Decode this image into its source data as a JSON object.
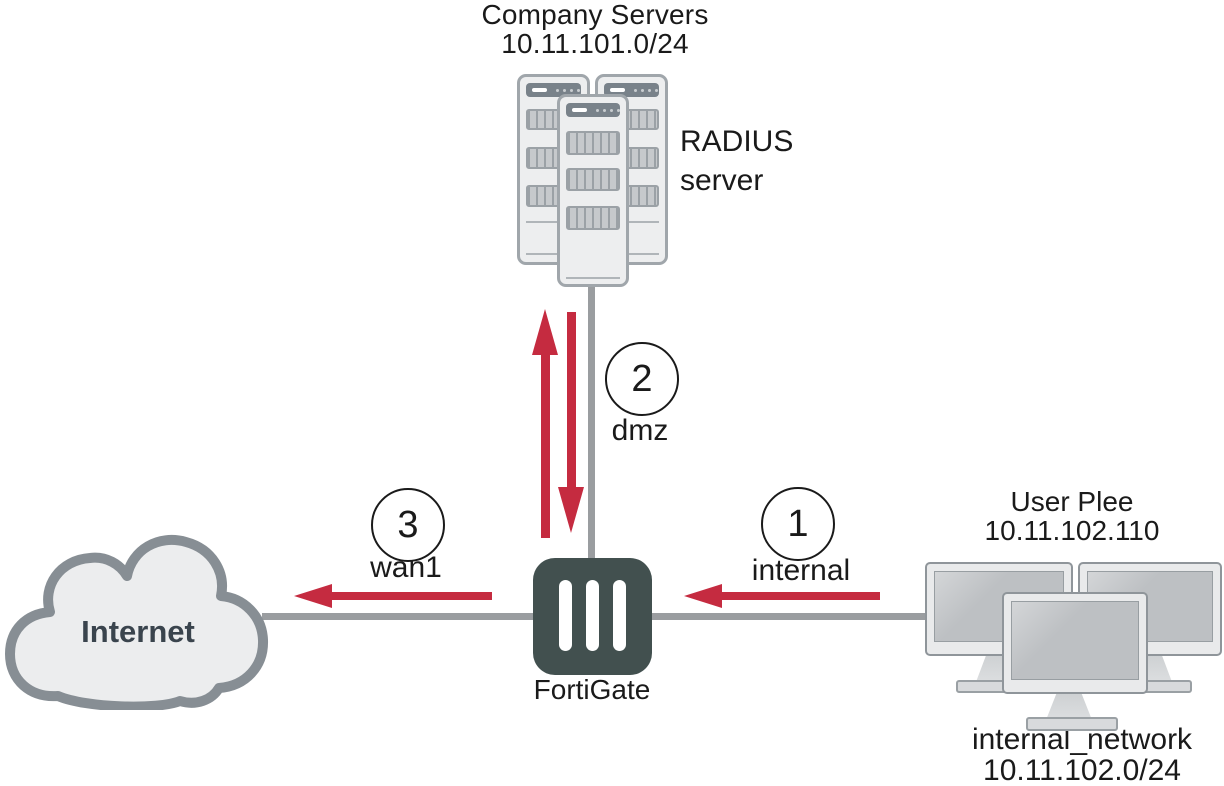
{
  "nodes": {
    "company_servers": {
      "title": "Company Servers",
      "subnet": "10.11.101.0/24"
    },
    "radius_server": {
      "label_line1": "RADIUS",
      "label_line2": "server"
    },
    "internet_cloud": {
      "label": "Internet"
    },
    "fortigate": {
      "label": "FortiGate"
    },
    "user_workstations": {
      "title": "User Plee",
      "ip": "10.11.102.110"
    },
    "internal_network": {
      "title": "internal_network",
      "subnet": "10.11.102.0/24"
    }
  },
  "steps": [
    {
      "number": "1",
      "interface": "internal"
    },
    {
      "number": "2",
      "interface": "dmz"
    },
    {
      "number": "3",
      "interface": "wan1"
    }
  ],
  "colors": {
    "arrow_red": "#c52b40",
    "link_gray": "#9a9da0",
    "fortigate_fill": "#42504f",
    "cloud_fill": "#ecedee",
    "cloud_stroke": "#878e94",
    "internet_text": "#3a444d",
    "text": "#1a1a1a"
  }
}
